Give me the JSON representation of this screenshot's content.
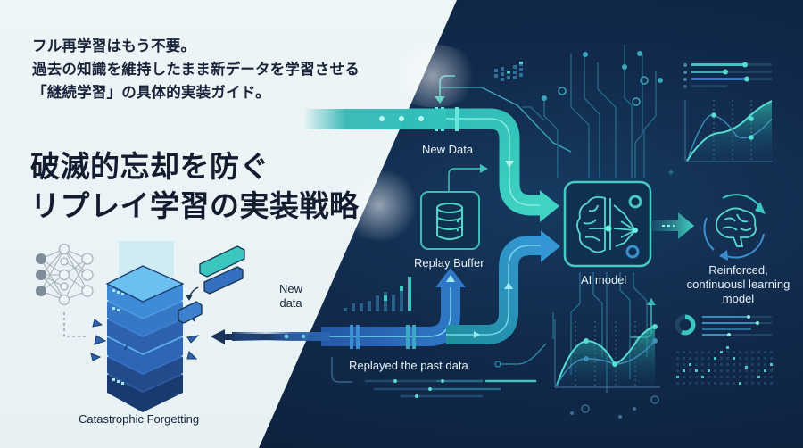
{
  "headline": {
    "subtitle_lines": [
      "フル再学習はもう不要。",
      "過去の知識を維持したまま新データを学習させる",
      "「継続学習」の具体的実装ガイド。"
    ],
    "title_lines": [
      "破滅的忘却を防ぐ",
      "リプレイ学習の実装戦略"
    ]
  },
  "left_illustration": {
    "caption": "Catastrophic Forgetting",
    "new_data_label_line1": "New",
    "new_data_label_line2": "data",
    "icons": [
      "neural-network-icon",
      "server-stack-icon",
      "data-block-icon"
    ]
  },
  "flow_diagram": {
    "new_data_label": "New Data",
    "replay_buffer_label": "Replay Buffer",
    "replayed_label": "Replayed the past data",
    "ai_model_label": "AI model",
    "output_label_lines": [
      "Reinforced,",
      "continuousl learning",
      "model"
    ]
  },
  "colors": {
    "light_bg": "#eef5f7",
    "dark_bg": "#0e2240",
    "teal": "#3cc6c0",
    "blue": "#2f6fc0",
    "text_dark": "#16233a",
    "text_light": "#e6f1f7"
  }
}
